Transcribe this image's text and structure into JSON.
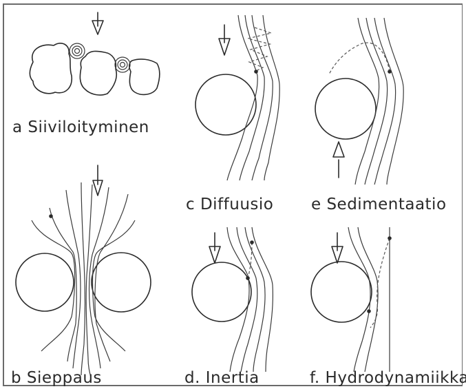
{
  "figure": {
    "panels": [
      {
        "id": "a",
        "label": "a Siiviloityminen"
      },
      {
        "id": "b",
        "label": "b Sieppaus"
      },
      {
        "id": "c",
        "label": "c Diffuusio"
      },
      {
        "id": "d",
        "label": "d. Inertia"
      },
      {
        "id": "e",
        "label": "e Sedimentaatio"
      },
      {
        "id": "f",
        "label": "f. Hydrodynamiikka"
      }
    ]
  }
}
